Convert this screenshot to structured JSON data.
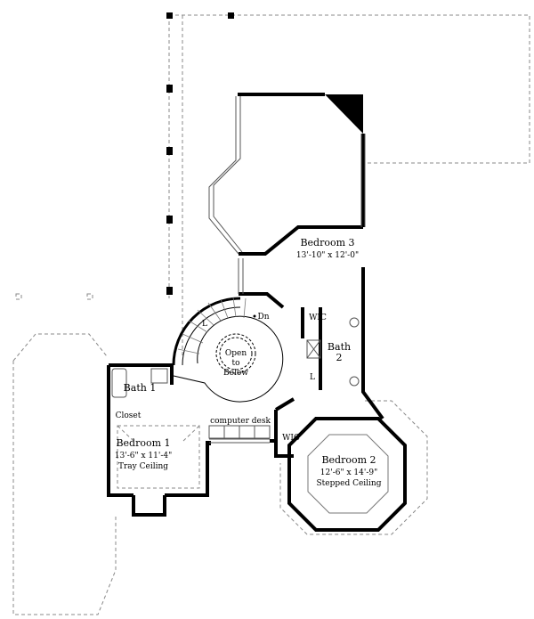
{
  "rooms": {
    "bedroom3": {
      "name": "Bedroom 3",
      "size": "13'-10\" x 12'-0\""
    },
    "bedroom1": {
      "name": "Bedroom 1",
      "size": "13'-6\" x 11'-4\"",
      "ceiling": "Tray Ceiling"
    },
    "bedroom2": {
      "name": "Bedroom 2",
      "size": "12'-6\" x 14'-9\"",
      "ceiling": "Stepped Ceiling"
    },
    "bath1": "Bath 1",
    "bath2_line1": "Bath",
    "bath2_line2": "2",
    "closet": "Closet",
    "wic_upper": "WIC",
    "wic_lower": "WIC",
    "linen_upper": "L",
    "linen_lower": "L",
    "stair_down": "Dn",
    "open_line1": "Open",
    "open_line2": "to",
    "open_line3": "Below",
    "computer_desk": "computer desk"
  },
  "colors": {
    "wall": "#000000",
    "roof_line": "#888888",
    "window": "#666666"
  }
}
